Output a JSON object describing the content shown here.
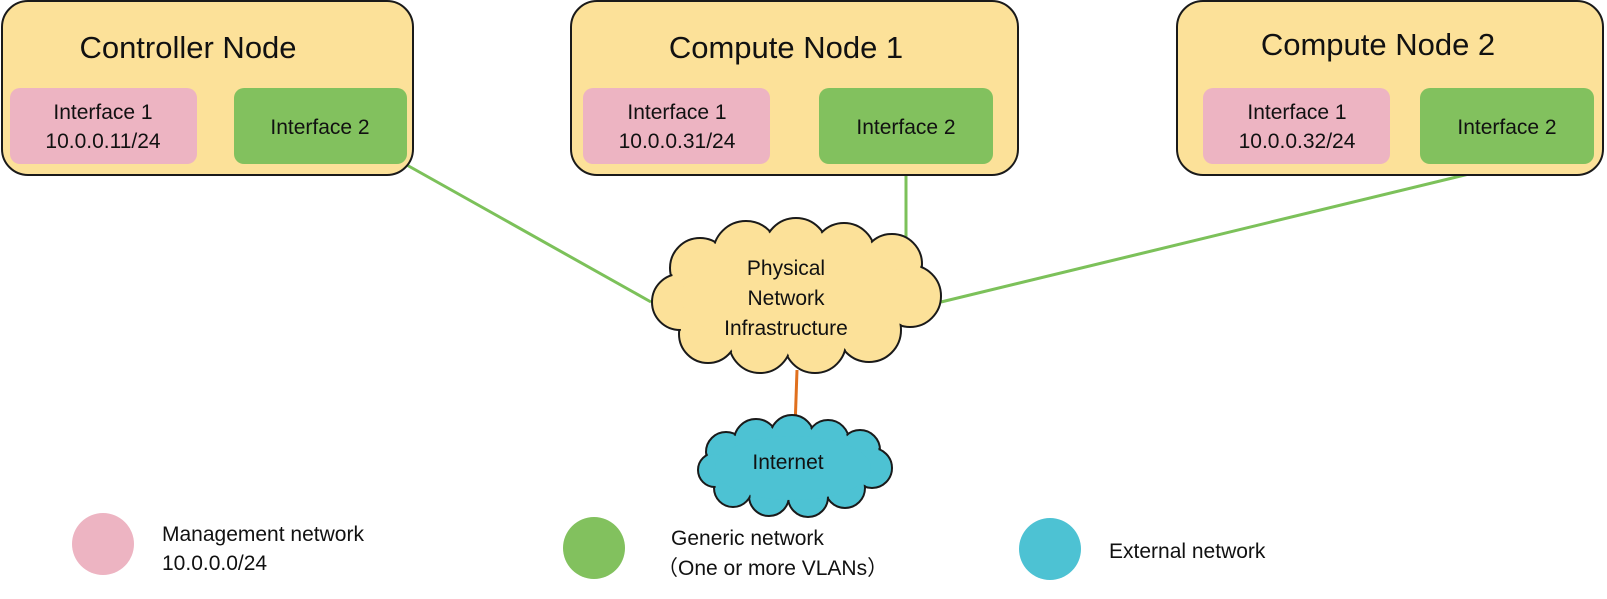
{
  "nodes": {
    "controller": {
      "title": "Controller Node",
      "interface1": {
        "name": "Interface 1",
        "ip": "10.0.0.11/24"
      },
      "interface2": {
        "name": "Interface 2"
      }
    },
    "compute1": {
      "title": "Compute Node 1",
      "interface1": {
        "name": "Interface 1",
        "ip": "10.0.0.31/24"
      },
      "interface2": {
        "name": "Interface 2"
      }
    },
    "compute2": {
      "title": "Compute Node 2",
      "interface1": {
        "name": "Interface 1",
        "ip": "10.0.0.32/24"
      },
      "interface2": {
        "name": "Interface 2"
      }
    }
  },
  "infrastructure": {
    "line1": "Physical",
    "line2": "Network",
    "line3": "Infrastructure"
  },
  "internet": {
    "label": "Internet"
  },
  "legend": {
    "management": {
      "line1": "Management network",
      "line2": "10.0.0.0/24"
    },
    "generic": {
      "line1": "Generic network",
      "line2": "（One or more VLANs）"
    },
    "external": {
      "line1": "External network"
    }
  },
  "colors": {
    "node_fill": "#FCE199",
    "node_stroke": "#1A1A1A",
    "management": "#EDB4C2",
    "generic": "#82C15E",
    "external": "#4DC2D3",
    "link_generic": "#7CC15A",
    "link_external": "#E0701E"
  }
}
